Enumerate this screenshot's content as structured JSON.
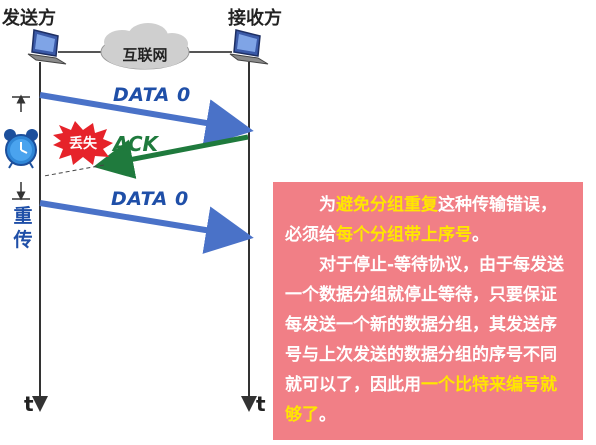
{
  "sender": {
    "label": "发送方"
  },
  "receiver": {
    "label": "接收方"
  },
  "network": {
    "label": "互联网"
  },
  "time_axis": {
    "left_label": "t",
    "right_label": "t"
  },
  "frames": [
    {
      "label": "DATA 0"
    },
    {
      "label": "ACK",
      "lost_badge": "丢失"
    },
    {
      "label": "DATA 0"
    }
  ],
  "timer": {
    "icon": "alarm-clock-icon",
    "retransmit_label": "重传"
  },
  "icons": [
    "laptop-icon",
    "cloud-icon",
    "alarm-clock-icon",
    "burst-icon"
  ],
  "colors": {
    "data_arrow": "#4a72c8",
    "ack_arrow": "#1f7a3d",
    "note_bg": "#f17f86",
    "highlight": "#ffe600",
    "lost_burst": "#e6232a"
  },
  "note": {
    "p1": {
      "a": "为",
      "b": "避免分组重复",
      "c": "这种传输错误，必须给",
      "d": "每个分组带上序号",
      "e": "。"
    },
    "p2": {
      "a": "对于停止-等待协议，由于每发送一个数据分组就停止等待，只要保证每发送一个新的数据分组，其发送序号与上次发送的数据分组的序号不同就可以了，因此用",
      "b": "一个比特来编号就够了",
      "c": "。"
    }
  }
}
